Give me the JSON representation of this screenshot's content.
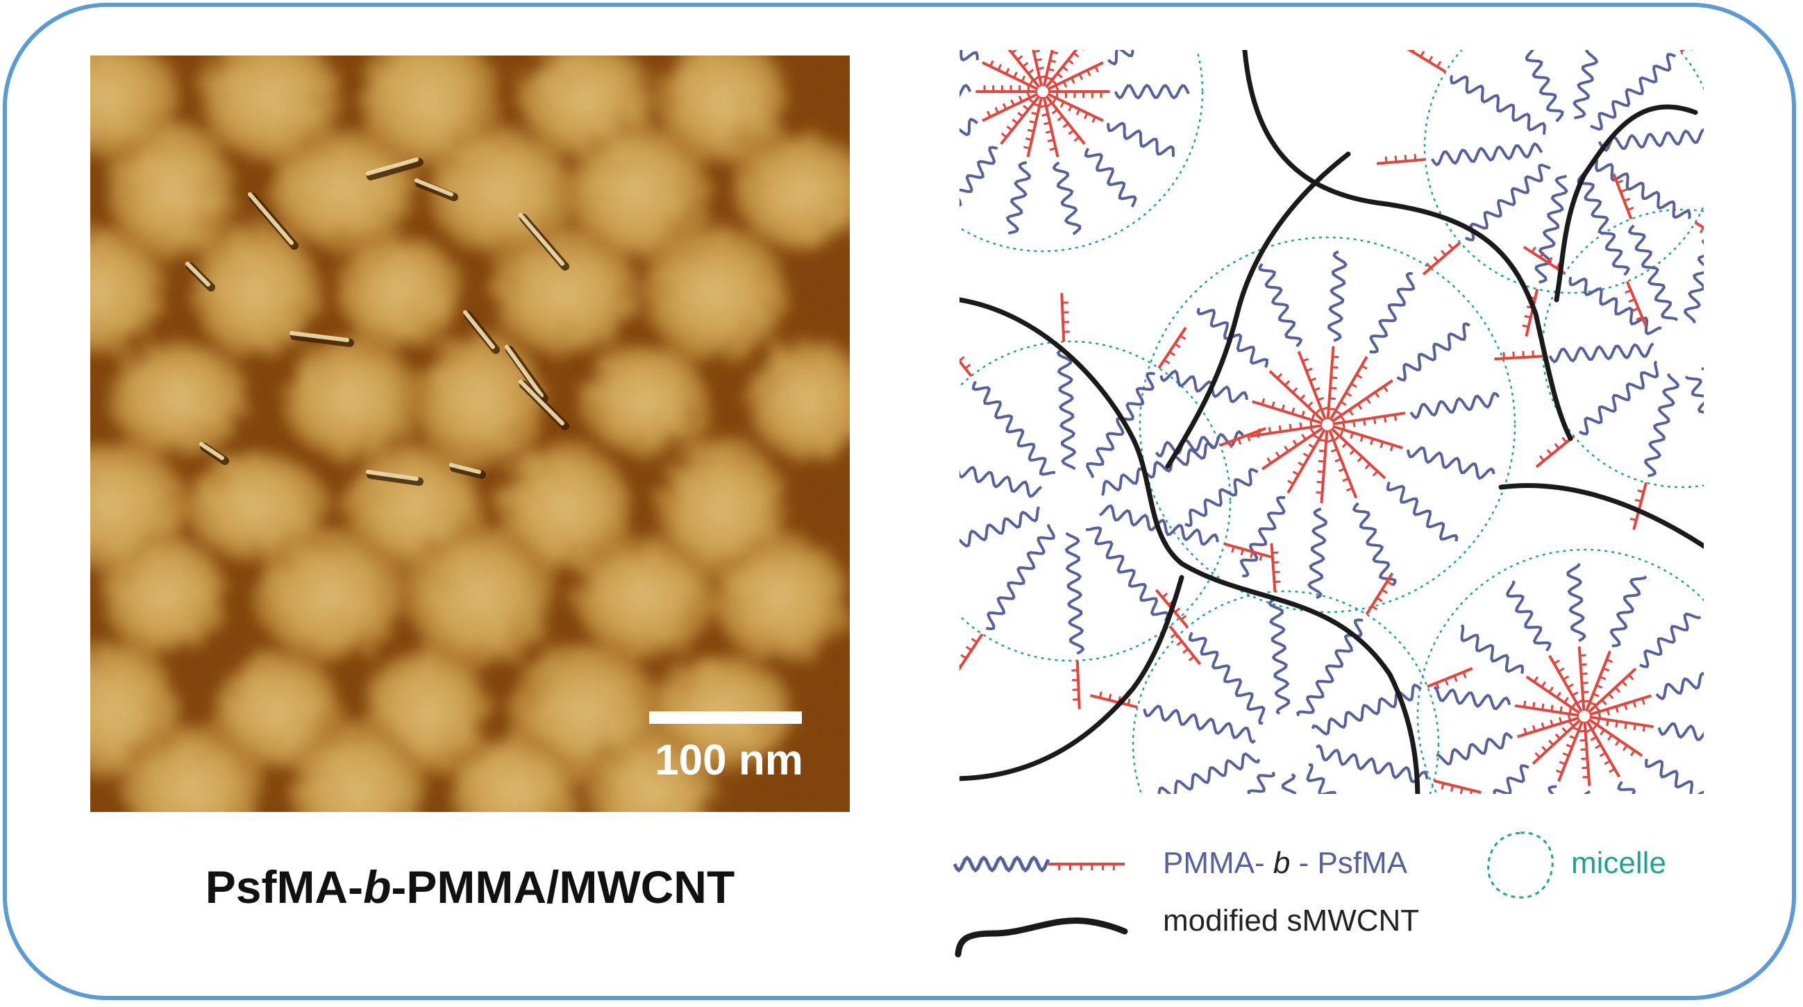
{
  "afm_image": {
    "scale_bar_label": "100 nm"
  },
  "caption": {
    "part1": "PsfMA-",
    "part2_italic": "b",
    "part3": "-PMMA/MWCNT"
  },
  "legend": {
    "copolymer_prefix": "PMMA- ",
    "copolymer_italic": "b",
    "copolymer_suffix": " - PsfMA",
    "micelle_label": "micelle",
    "cnt_label": "modified sMWCNT"
  },
  "colors": {
    "frame": "#5b9bd5",
    "pmma_chain": "#56609c",
    "psfma_chain": "#e5443c",
    "micelle_outline": "#1fa58f",
    "cnt": "#1a1a1a",
    "afm_dark": "#6b2e04",
    "afm_light": "#d9b46a"
  }
}
